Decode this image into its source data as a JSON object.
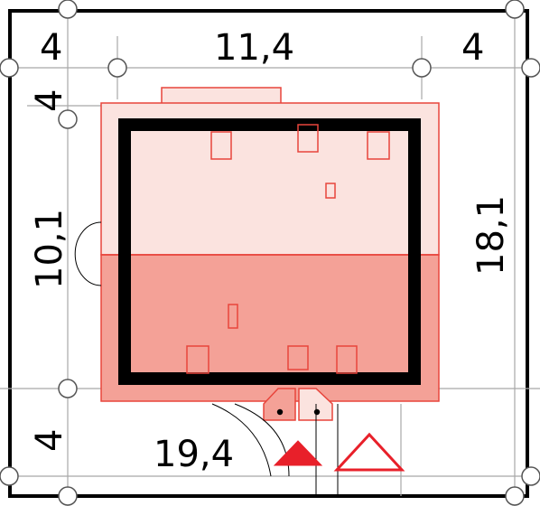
{
  "dimensions": {
    "top_left": "4",
    "top_middle": "11,4",
    "top_right": "4",
    "left_upper": "4",
    "left_middle": "10,1",
    "left_lower": "4",
    "right_total": "18,1",
    "bottom_total": "19,4"
  },
  "colors": {
    "frame": "#000000",
    "grid": "#b0b0b0",
    "house_light": "#fbe3df",
    "house_dark": "#f4a197",
    "outline_red": "#e8453c",
    "wall": "#000000",
    "marker_fill": "#e8202a"
  }
}
